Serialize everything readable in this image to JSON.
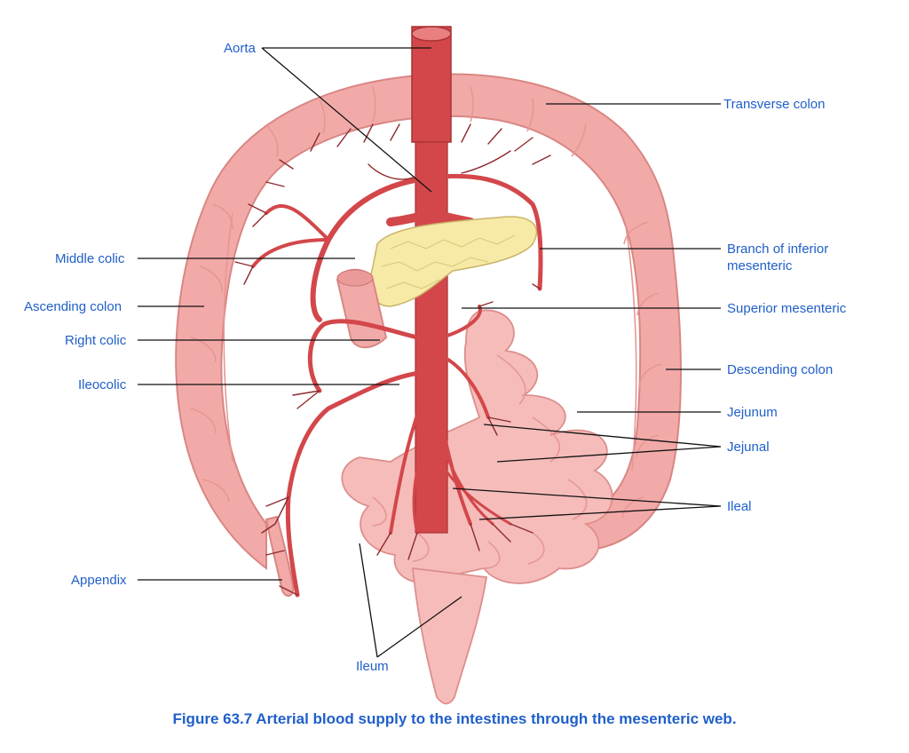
{
  "labels": {
    "aorta": "Aorta",
    "transverse_colon": "Transverse colon",
    "branch_inferior_mesenteric": "Branch of inferior\nmesenteric",
    "middle_colic": "Middle colic",
    "ascending_colon": "Ascending colon",
    "superior_mesenteric": "Superior mesenteric",
    "right_colic": "Right colic",
    "ileocolic": "Ileocolic",
    "descending_colon": "Descending colon",
    "jejunum": "Jejunum",
    "jejunal": "Jejunal",
    "ileal": "Ileal",
    "appendix": "Appendix",
    "ileum": "Ileum"
  },
  "caption": "Figure 63.7  Arterial blood supply to the intestines through the mesenteric web.",
  "colors": {
    "label_blue": "#1f5fc9",
    "colon_pink": "#f2aaa8",
    "artery_red": "#d3474a",
    "pancreas_yellow": "#f7e9a6"
  }
}
